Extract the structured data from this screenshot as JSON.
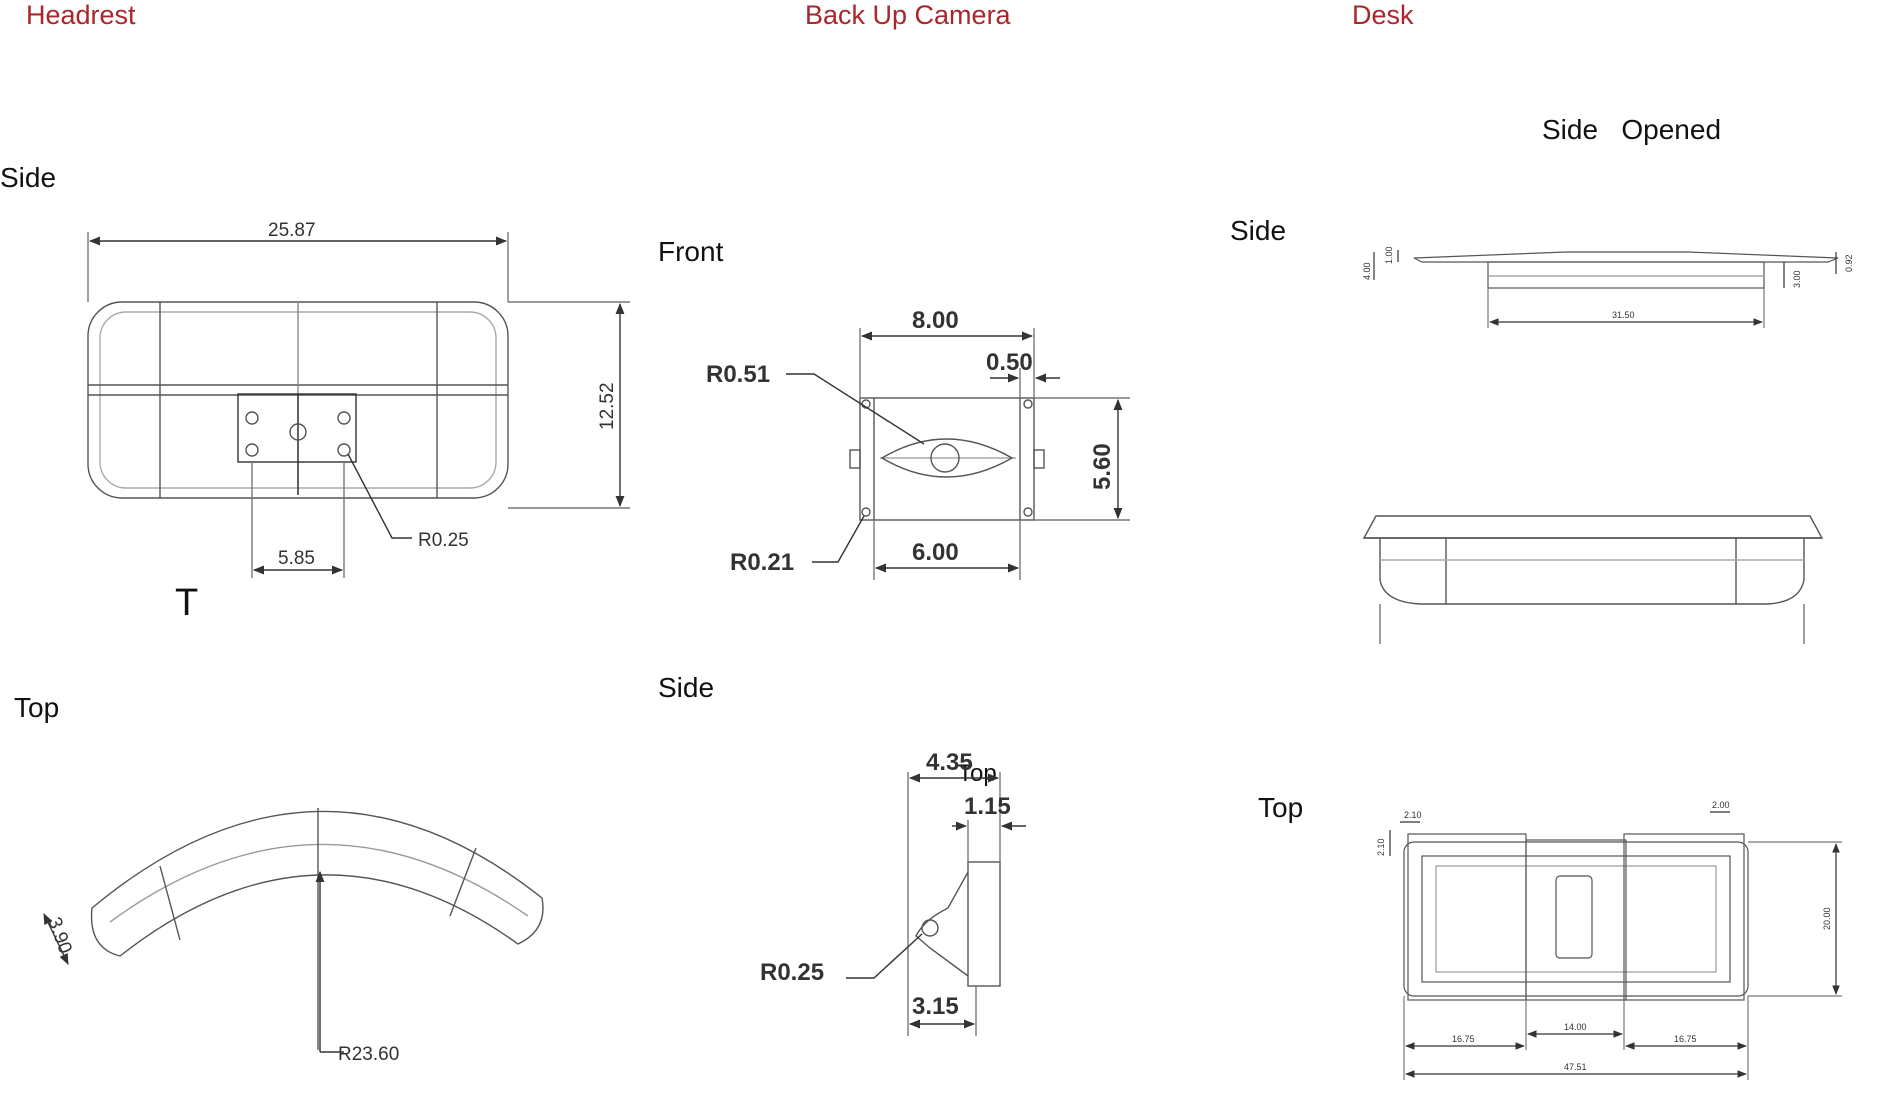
{
  "sections": {
    "headrest": "Headrest",
    "camera": "Back Up Camera",
    "desk": "Desk"
  },
  "headrest": {
    "side_label": "Side",
    "t_label": "T",
    "top_label": "Top",
    "dims": {
      "width": "25.87",
      "height": "12.52",
      "plate_width": "5.85",
      "radius": "R0.25",
      "thickness": "3.90",
      "arc_radius": "R23.60"
    }
  },
  "camera": {
    "front_label": "Front",
    "side_label": "Side",
    "top_label": "Top",
    "dims": {
      "front_width": "8.00",
      "front_offset": "0.50",
      "front_radius_top": "R0.51",
      "front_height": "5.60",
      "front_radius_bottom": "R0.21",
      "front_base": "6.00",
      "side_width": "4.35",
      "side_depth": "1.15",
      "side_radius": "R0.25",
      "side_base": "3.15"
    }
  },
  "desk": {
    "side_label": "Side",
    "side_opened_label": "Side   Opened",
    "top_label": "Top",
    "dims": {
      "side_length": "31.50",
      "side_h1": "4.00",
      "side_h2": "1.00",
      "side_h3": "3.00",
      "side_h4": "0.92",
      "top_c1": "2.10",
      "top_c2": "2.10",
      "top_c3": "2.00",
      "top_height": "20.00",
      "top_left": "16.75",
      "top_center": "14.00",
      "top_right": "16.75",
      "top_total": "47.51"
    }
  }
}
